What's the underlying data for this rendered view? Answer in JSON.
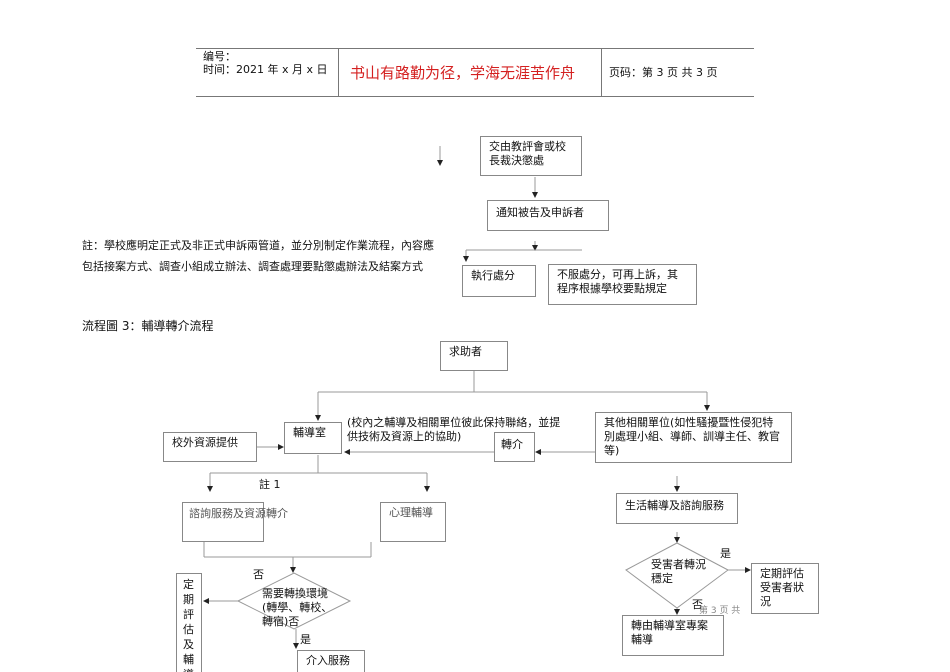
{
  "header": {
    "number_label": "编号：",
    "date_label": "时间：2021 年 x 月 x 日",
    "motto": "书山有路勤为径，学海无涯苦作舟",
    "page_label": "页码：第 3 页  共 3 页",
    "motto_color": "#d42020"
  },
  "flow_top": {
    "committee": "交由教評會或校長裁決懲處",
    "notify": "通知被告及申訴者",
    "execute": "執行處分",
    "appeal": "不服處分，可再上訴，其程序根據學校要點規定"
  },
  "note": {
    "line1": "註：學校應明定正式及非正式申訴兩管道，並分別制定作業流程，內容應",
    "line2": "包括接案方式、調查小組成立辦法、調查處理要點懲處辦法及結案方式"
  },
  "flow3": {
    "title": "流程圖 3：輔導轉介流程",
    "seeker": "求助者",
    "counseling_office": "輔導室",
    "external_resources": "校外資源提供",
    "liaison_note": "(校內之輔導及相關單位彼此保持聯絡，並提供技術及資源上的協助)",
    "referral": "轉介",
    "other_units": "其他相關單位(如性騷擾暨性侵犯特別處理小組、導師、訓導主任、教官等)",
    "note1": "註 1",
    "consult_service": "諮詢服務及資源轉介",
    "psych_counseling": "心理輔導",
    "no_label": "否",
    "env_decision": "需要轉換環境(轉學、轉校、轉宿)否",
    "periodic_eval": "定期評估及輔導",
    "yes_label": "是",
    "intervention": "介入服務",
    "life_counseling": "生活輔導及諮詢服務",
    "victim_decision": "受害者轉況穩定",
    "yes_label2": "是",
    "eval_victim": "定期評估受害者狀況",
    "no_label2": "否",
    "transfer_case": "轉由輔導室專案輔導",
    "footer_page": "第 3 页 共"
  }
}
